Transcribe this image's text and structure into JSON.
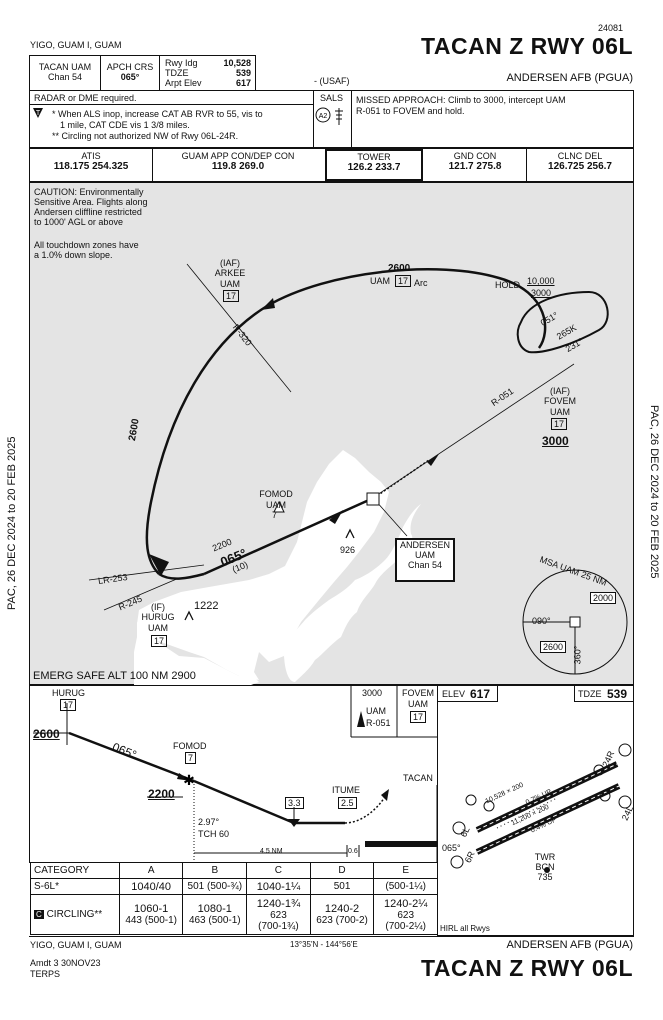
{
  "header": {
    "chart_id": "24081",
    "location": "YIGO, GUAM I, GUAM",
    "title": "TACAN Z RWY 06L",
    "airport": "ANDERSEN AFB (PGUA)",
    "usaf": "- (USAF)"
  },
  "briefing": {
    "nav_label": "TACAN UAM",
    "nav_chan": "Chan 54",
    "apch_crs_label": "APCH CRS",
    "apch_crs": "065°",
    "rwy_ldg_label": "Rwy Idg",
    "rwy_ldg": "10,528",
    "tdze_label": "TDZE",
    "tdze": "539",
    "arpt_elev_label": "Arpt Elev",
    "arpt_elev": "617"
  },
  "notes": {
    "radar": "RADAR or DME required.",
    "alsinop_1": "* When ALS inop, increase CAT AB RVR to 55, vis to",
    "alsinop_2": "1 mile, CAT CDE vis 1 3/8 miles.",
    "circling": "** Circling not authorized NW of Rwy 06L-24R.",
    "sals": "SALS",
    "sals_code": "A2",
    "missed_1": "MISSED APPROACH: Climb to 3000, intercept UAM",
    "missed_2": "R-051 to FOVEM and hold."
  },
  "comms": [
    {
      "label": "ATIS",
      "freq": "118.175  254.325"
    },
    {
      "label": "GUAM APP CON/DEP CON",
      "freq": "119.8  269.0"
    },
    {
      "label": "TOWER",
      "freq": "126.2  233.7"
    },
    {
      "label": "GND CON",
      "freq": "121.7  275.8"
    },
    {
      "label": "CLNC DEL",
      "freq": "126.725  256.7"
    }
  ],
  "plan": {
    "caution_1": "CAUTION: Environmentally",
    "caution_2": "Sensitive Area. Flights along",
    "caution_3": "Andersen cliffline restricted",
    "caution_4": "to 1000' AGL or above",
    "tdz_1": "All touchdown zones have",
    "tdz_2": "a 1.0% down slope.",
    "arc_alt": "2600",
    "arc_label": "UAM",
    "arc_dme": "17",
    "arc_suffix": "Arc",
    "hold_label": "HOLD",
    "hold_alt_top": "10,000",
    "hold_alt_bot": "3000",
    "hold_crs_in": "051°",
    "hold_crs_out": "231°",
    "hold_leg": "265K",
    "iaf_arkee_1": "(IAF)",
    "iaf_arkee_2": "ARKEE",
    "iaf_arkee_3": "UAM",
    "iaf_arkee_dme": "17",
    "radial_320": "R-320",
    "arc_side_alt": "2600",
    "r051": "R-051",
    "fovem_1": "(IAF)",
    "fovem_2": "FOVEM",
    "fovem_3": "UAM",
    "fovem_dme": "17",
    "fovem_alt": "3000",
    "fomod_1": "FOMOD",
    "fomod_2": "UAM",
    "fomod_dme": "7",
    "final_alt": "2200",
    "final_crs": "065°",
    "final_dist": "(10)",
    "obst_926": "926",
    "tacan_1": "ANDERSEN",
    "tacan_2": "UAM",
    "tacan_3": "Chan 54",
    "lr253": "LR-253",
    "r245": "R-245",
    "if_1": "(IF)",
    "if_2": "HURUG",
    "if_3": "UAM",
    "if_dme": "17",
    "obst_1222": "1222",
    "msa_title": "MSA UAM 25 NM",
    "msa_alt_n": "2000",
    "msa_alt_s": "2600",
    "msa_090": "090°",
    "msa_360": "360°",
    "emerg": "EMERG SAFE ALT 100 NM 2900"
  },
  "profile": {
    "hurug": "HURUG",
    "hurug_dme": "17",
    "alt_2600": "2600",
    "crs_065": "065°",
    "fomod": "FOMOD",
    "fomod_dme": "7",
    "alt_2200": "2200",
    "gs": "2.97°",
    "tch": "TCH 60",
    "dist_33": "3.3",
    "itume": "ITUME",
    "dist_25": "2.5",
    "tacan": "TACAN",
    "nm45": "4.5 NM",
    "nm06": "0.6",
    "ma_alt": "3000",
    "ma_uam": "UAM",
    "ma_r051": "R-051",
    "ma_fovem": "FOVEM",
    "ma_fovem_uam": "UAM",
    "ma_fovem_dme": "17"
  },
  "airport_diagram": {
    "elev_label": "ELEV",
    "elev": "617",
    "tdze_label": "TDZE",
    "tdze": "539",
    "rwy_north": "10,528 × 200",
    "rwy_south": "11,200 × 200",
    "slope_n": "0.7% UP",
    "slope_s": "0.4% UP",
    "rwy_24r": "24R",
    "rwy_24l": "24L",
    "rwy_6l": "6L",
    "rwy_6r": "6R",
    "hdg_065": "065°",
    "twr_1": "TWR",
    "twr_2": "BCN",
    "twr_3": "735",
    "hirl": "HIRL all Rwys"
  },
  "minimums": {
    "category_label": "CATEGORY",
    "cats": [
      "A",
      "B",
      "C",
      "D",
      "E"
    ],
    "s6l_label": "S-6L*",
    "s6l_ab": "1040/40",
    "s6l_ab2": "501 (500-¾)",
    "s6l_cd": "1040-1¼",
    "s6l_cd2": "501",
    "s6l_e": "(500-1¼)",
    "circ_label": "CIRCLING**",
    "circ_a1": "1060-1",
    "circ_a2": "443 (500-1)",
    "circ_b1": "1080-1",
    "circ_b2": "463 (500-1)",
    "circ_c1": "1240-1¾",
    "circ_c2": "623",
    "circ_c3": "(700-1¾)",
    "circ_d1": "1240-2",
    "circ_d2": "623 (700-2)",
    "circ_e1": "1240-2¼",
    "circ_e2": "623",
    "circ_e3": "(700-2¼)"
  },
  "footer": {
    "location": "YIGO, GUAM I, GUAM",
    "coords": "13°35'N - 144°56'E",
    "airport": "ANDERSEN AFB (PGUA)",
    "amdt": "Amdt 3  30NOV23",
    "terps": "TERPS",
    "title": "TACAN Z RWY 06L"
  },
  "margin": {
    "validity": "PAC,  26 DEC 2024  to  20 FEB 2025"
  }
}
